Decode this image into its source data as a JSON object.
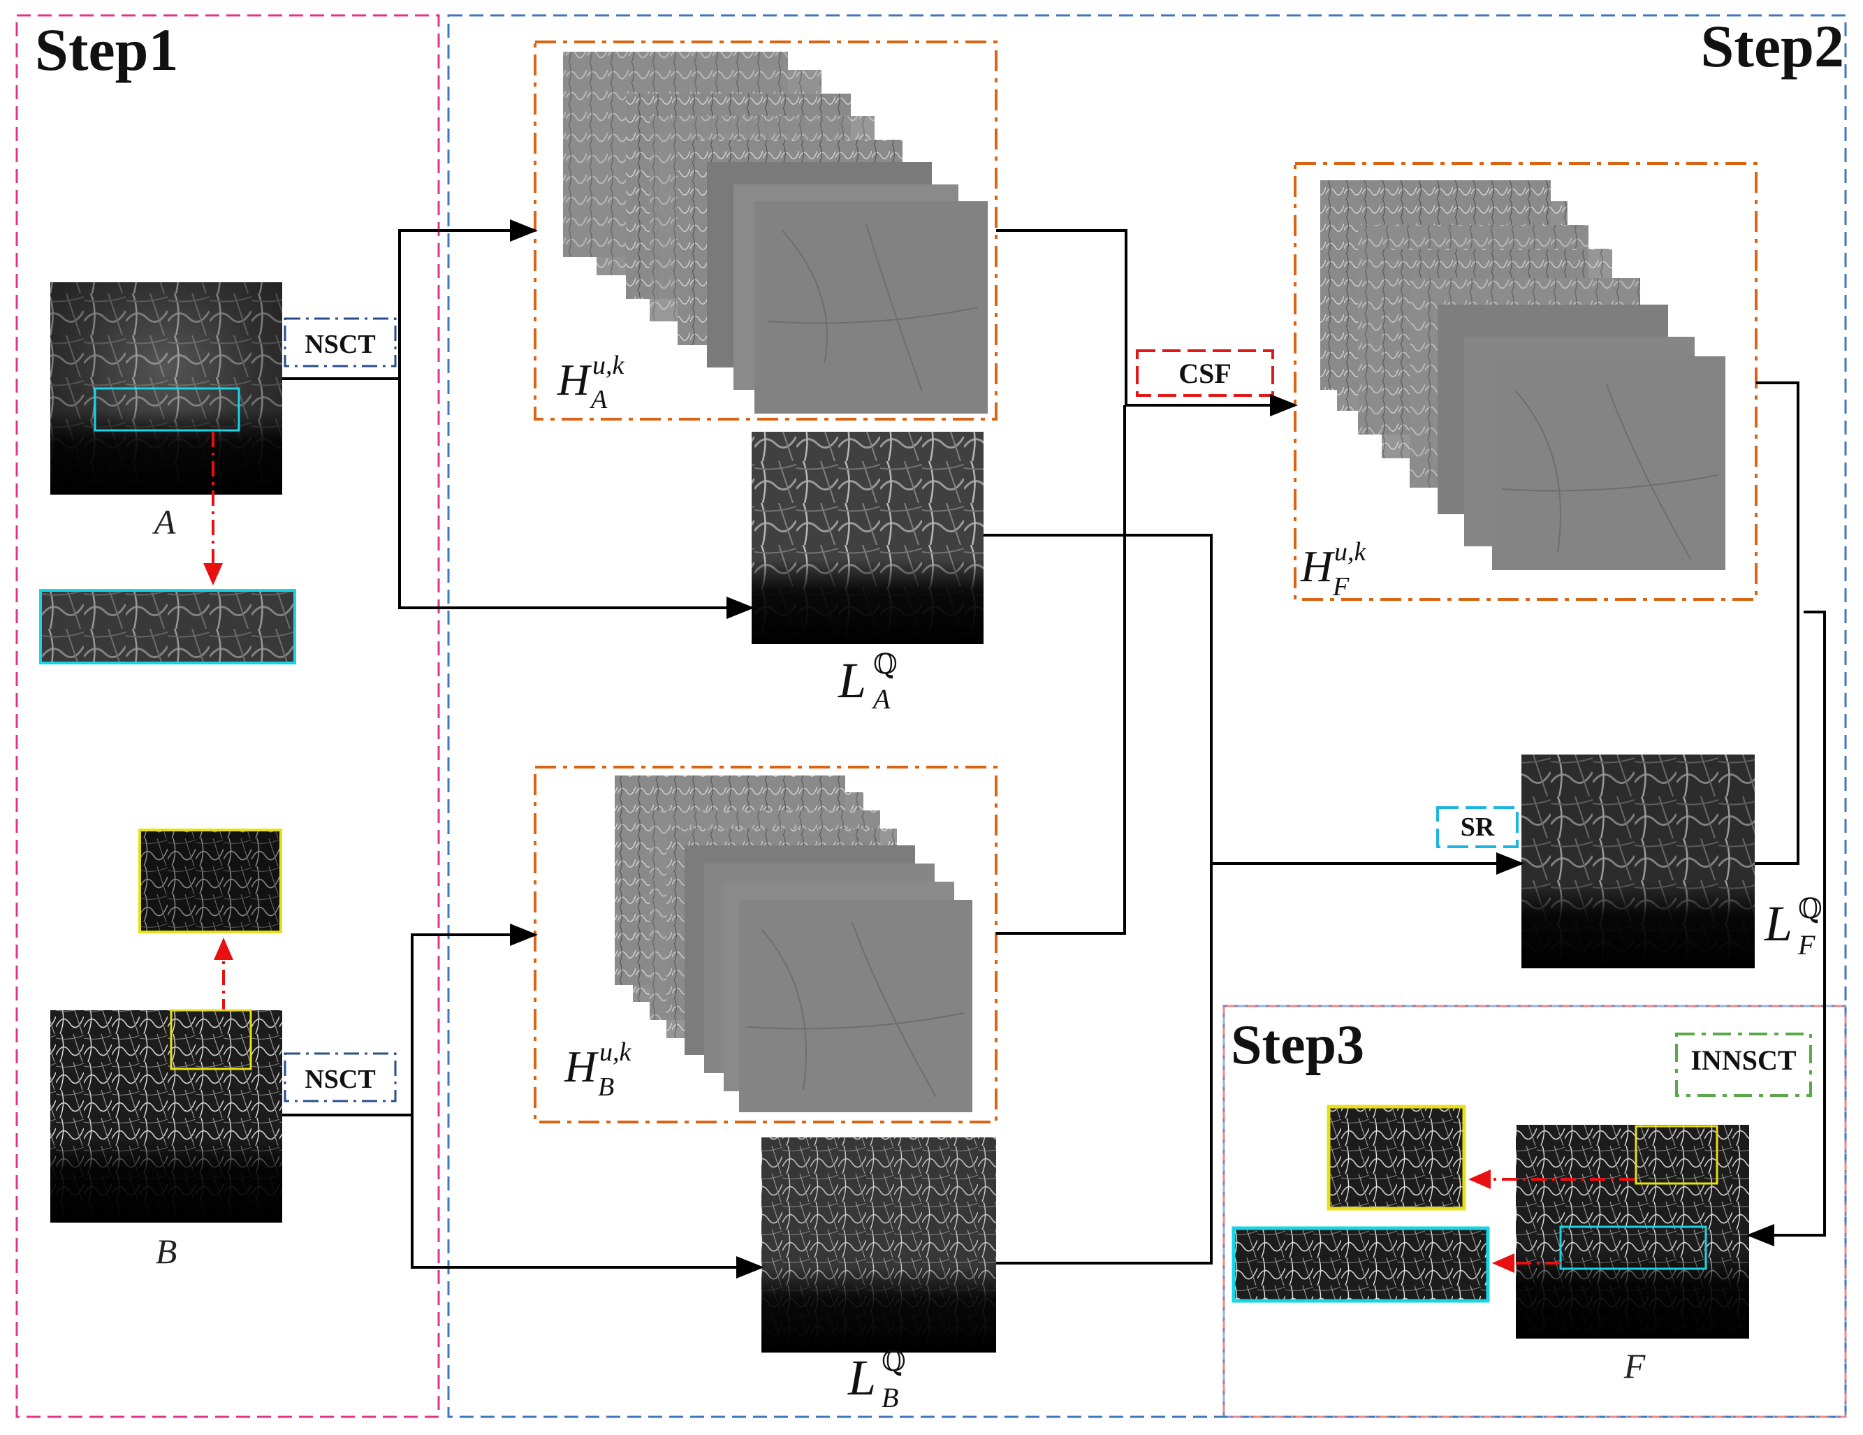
{
  "steps": {
    "step1": "Step1",
    "step2": "Step2",
    "step3": "Step3"
  },
  "operations": {
    "nsct_a": "NSCT",
    "nsct_b": "NSCT",
    "csf": "CSF",
    "sr": "SR",
    "innsct": "INNSCT"
  },
  "images": {
    "source_a": "A",
    "source_b": "B",
    "fused": "F"
  },
  "math_labels": {
    "high_base": "H",
    "low_base": "L",
    "high_super": "u,k",
    "low_super": "ℚ",
    "sub_a": "A",
    "sub_b": "B",
    "sub_f": "F"
  },
  "colors": {
    "step1_border": "#e0348c",
    "step2_border": "#3f76c0",
    "step3_border": "#f08a8a",
    "group_border": "#d96514",
    "nsct_border": "#2a4d8a",
    "csf_border": "#e01818",
    "sr_border": "#1bb6e0",
    "innsct_border": "#5aa84a",
    "zoom_cyan": "#16d6e6",
    "zoom_yellow": "#e8e014",
    "arrow_red": "#e81010"
  }
}
